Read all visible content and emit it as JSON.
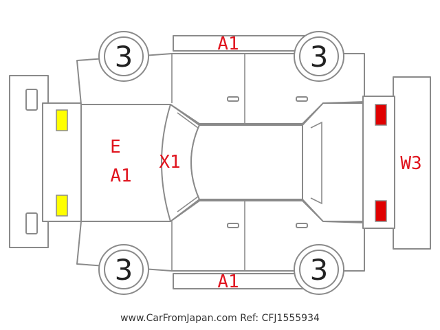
{
  "diagram": {
    "wheels": [
      {
        "id": "front-left",
        "label": "3"
      },
      {
        "id": "rear-left",
        "label": "3"
      },
      {
        "id": "front-right",
        "label": "3"
      },
      {
        "id": "rear-right",
        "label": "3"
      }
    ],
    "damage_codes": {
      "top_sill": "A1",
      "bottom_sill": "A1",
      "hood_line1": "E",
      "hood_line2": "A1",
      "windshield": "X1",
      "rear": "W3"
    },
    "colors": {
      "outline": "#8a8a8a",
      "damage_text": "#e0141e",
      "front_lamps": "#ffff00",
      "rear_lamps": "#e00000"
    }
  },
  "footer": {
    "watermark": "www.CarFromJapan.com Ref: CFJ1555934"
  }
}
